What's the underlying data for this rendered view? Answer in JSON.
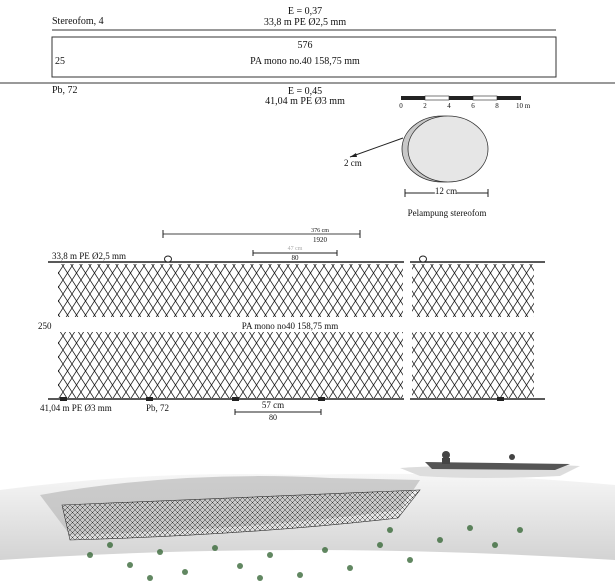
{
  "spec": {
    "float_label": "Stereofom, 4",
    "top_e": "E = 0,37",
    "top_rope": "33,8 m  PE Ø2,5 mm",
    "mesh_count": "576",
    "depth_meshes": "25",
    "netting": "PA mono no.40 158,75 mm",
    "sinker_label": "Pb, 72",
    "bottom_e": "E = 0,45",
    "bottom_rope": "41,04 m  PE Ø3 mm"
  },
  "scale_bar": {
    "ticks": [
      "0",
      "2",
      "4",
      "6",
      "8",
      "10 m"
    ]
  },
  "float_detail": {
    "thickness": "2 cm",
    "diameter": "12 cm",
    "caption": "Pelampung stereofom"
  },
  "net_drawing": {
    "top_rope": "33,8 m  PE Ø2,5 mm",
    "float_spacing_cm": "376 cm",
    "float_spacing_meshes": "1920",
    "section_cm": "47 cm",
    "section_meshes": "80",
    "depth_meshes": "250",
    "netting": "PA mono no40 158,75 mm",
    "bottom_rope": "41,04 m  PE Ø3 mm",
    "sinker_label": "Pb, 72",
    "sinker_spacing_cm": "57 cm",
    "sinker_spacing_meshes": "80"
  }
}
